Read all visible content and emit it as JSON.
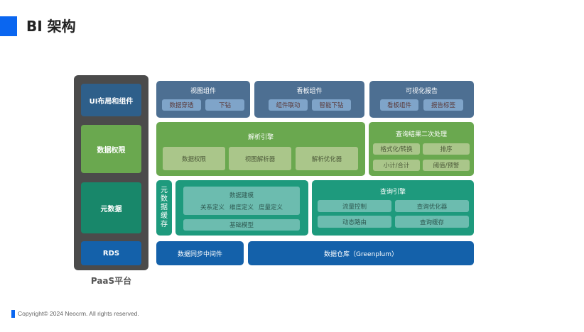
{
  "header": {
    "title": "BI 架构",
    "accent_color": "#0a66f0"
  },
  "paas": {
    "label": "PaaS平台",
    "blocks": [
      {
        "label": "UI布局和组件",
        "color": "#2e5f8a"
      },
      {
        "label": "数据权限",
        "color": "#6aa84f"
      },
      {
        "label": "元数据",
        "color": "#18876a"
      },
      {
        "label": "RDS",
        "color": "#1461aa"
      }
    ]
  },
  "ui_layer": [
    {
      "title": "视图组件",
      "chips": [
        "数据穿透",
        "下钻"
      ]
    },
    {
      "title": "看板组件",
      "chips": [
        "组件联动",
        "智能下钻"
      ]
    },
    {
      "title": "可视化报告",
      "chips": [
        "看板组件",
        "报告标签"
      ]
    }
  ],
  "parse_engine": {
    "title": "解析引擎",
    "chips": [
      "数据权限",
      "视图解析器",
      "解析优化器"
    ]
  },
  "post_processing": {
    "title": "查询结果二次处理",
    "chips": [
      "格式化/转换",
      "排序",
      "小计/合计",
      "阈值/预警"
    ]
  },
  "metadata_cache": {
    "label": "元数据缓存",
    "chars": [
      "元",
      "数",
      "据",
      "缓",
      "存"
    ]
  },
  "data_modeling": {
    "title": "数据建模",
    "items": [
      "关系定义",
      "维度定义",
      "度量定义"
    ],
    "base": "基础模型"
  },
  "query_engine": {
    "title": "查询引擎",
    "chips": [
      "流量控制",
      "查询优化器",
      "动态路由",
      "查询缓存"
    ]
  },
  "bottom": {
    "sync": "数据同步中间件",
    "warehouse": "数据仓库（Greenplum）"
  },
  "footer": {
    "copyright": "Copyright© 2024 Neocrm. All rights reserved."
  }
}
